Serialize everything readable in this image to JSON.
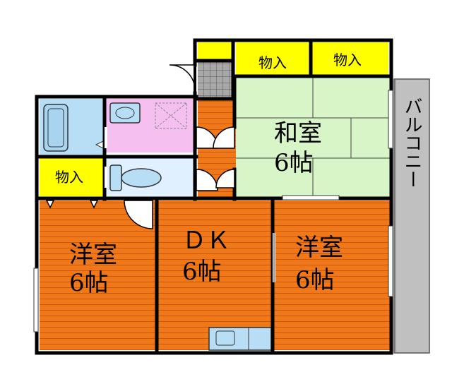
{
  "rooms": {
    "closet_top_left": {
      "label": "物入"
    },
    "closet_top_right": {
      "label": "物入"
    },
    "closet_left": {
      "label": "物入"
    },
    "washitsu": {
      "name": "和室",
      "size": "6帖"
    },
    "yoshitsu_left": {
      "name": "洋室",
      "size": "6帖"
    },
    "dk": {
      "name": "ＤＫ",
      "size": "6帖"
    },
    "yoshitsu_right": {
      "name": "洋室",
      "size": "6帖"
    }
  },
  "balcony": {
    "label": "バルコニー"
  },
  "colors": {
    "wall": "#000000",
    "wood_floor": "#f07818",
    "wood_stripe": "#c85810",
    "tatami": "#d8f5c8",
    "closet": "#ffff00",
    "bath": "#b8def5",
    "washroom": "#f5c0f0",
    "toilet": "#e0f0ff",
    "balcony": "#c0c0c0",
    "entrance_tile": "#9a9a9a"
  }
}
